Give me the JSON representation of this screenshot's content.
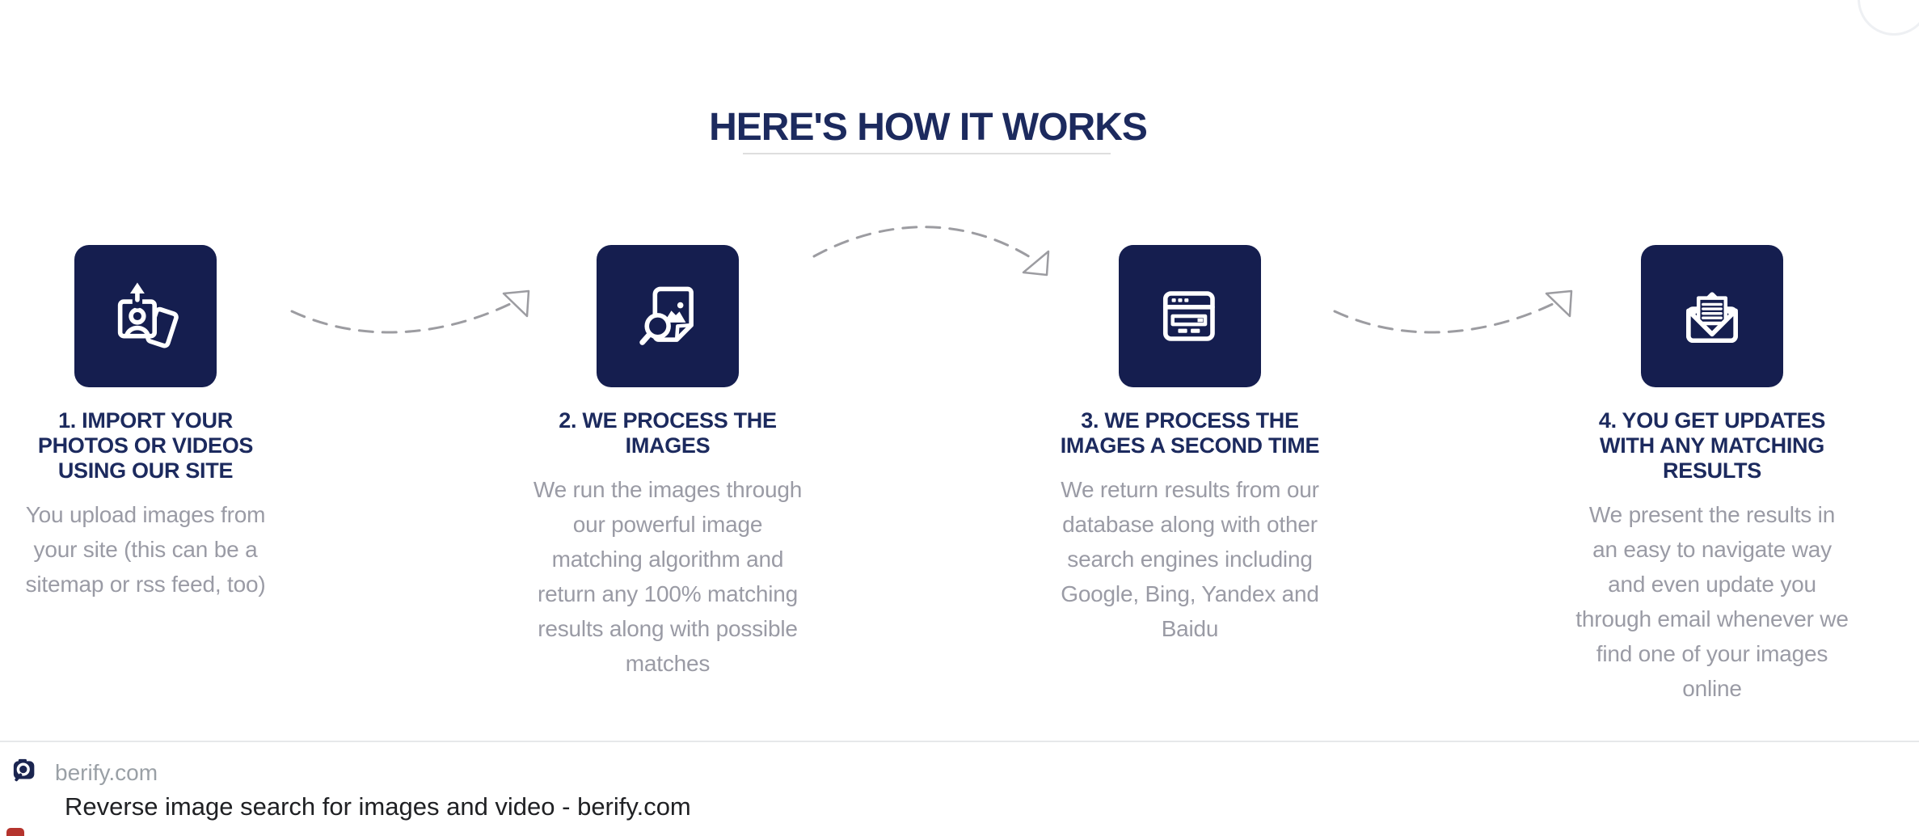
{
  "section": {
    "title": "HERE'S HOW IT WORKS"
  },
  "steps": [
    {
      "icon": "upload-photos-icon",
      "title": "1. IMPORT YOUR\nPHOTOS OR VIDEOS\nUSING OUR SITE",
      "description": "You upload images from\nyour site (this can be a\nsitemap or rss feed, too)"
    },
    {
      "icon": "image-search-document-icon",
      "title": "2. WE PROCESS THE\nIMAGES",
      "description": "We run the images through\nour powerful image\nmatching algorithm and\nreturn any 100% matching\nresults along with possible\nmatches"
    },
    {
      "icon": "browser-results-icon",
      "title": "3. WE PROCESS THE\nIMAGES A SECOND TIME",
      "description": "We return results from our\ndatabase along with other\nsearch engines including\nGoogle, Bing, Yandex and\nBaidu"
    },
    {
      "icon": "email-updates-icon",
      "title": "4. YOU GET UPDATES\nWITH ANY MATCHING\nRESULTS",
      "description": "We present the results in\nan easy to navigate way\nand even update you\nthrough email whenever we\nfind one of your images\nonline"
    }
  ],
  "arrows": {
    "style": "dashed",
    "count": 3
  },
  "footer": {
    "favicon": "berify-camera-search-icon",
    "domain": "berify.com",
    "page_title": "Reverse image search for images and video - berify.com"
  },
  "colors": {
    "navy_box": "#151e4f",
    "heading_navy": "#1c2a5e",
    "body_gray": "#9a9ba5",
    "arrow_gray": "#9c9ca1",
    "footer_domain_gray": "#9aa0a6",
    "footer_title_dark": "#202124"
  }
}
